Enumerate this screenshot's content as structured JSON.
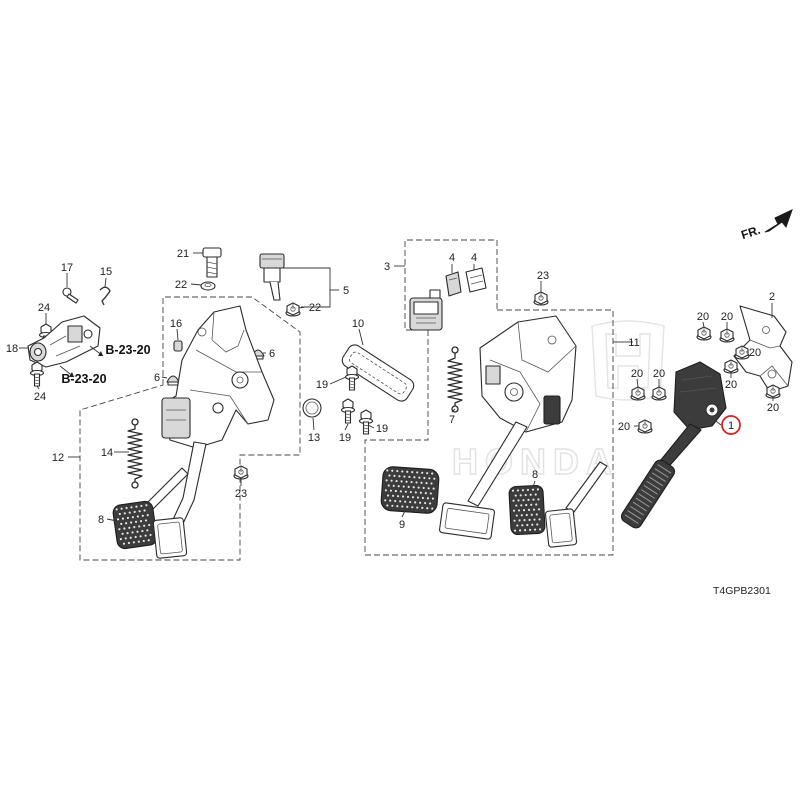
{
  "diagram": {
    "direction_label": "FR.",
    "code": "T4GPB2301",
    "watermark": "HONDA",
    "reference_labels": [
      "B-23-20",
      "B-23-20"
    ],
    "callouts": [
      "1",
      "2",
      "20",
      "20",
      "20",
      "20",
      "20",
      "20",
      "20",
      "20",
      "3",
      "4",
      "4",
      "5",
      "22",
      "22",
      "21",
      "17",
      "15",
      "24",
      "24",
      "16",
      "18",
      "6",
      "6",
      "10",
      "11",
      "23",
      "23",
      "19",
      "19",
      "19",
      "13",
      "7",
      "14",
      "12",
      "8",
      "8",
      "9"
    ]
  },
  "colors": {
    "highlight": "#e02020",
    "line": "#333333",
    "watermark": "#e2e2e2"
  }
}
